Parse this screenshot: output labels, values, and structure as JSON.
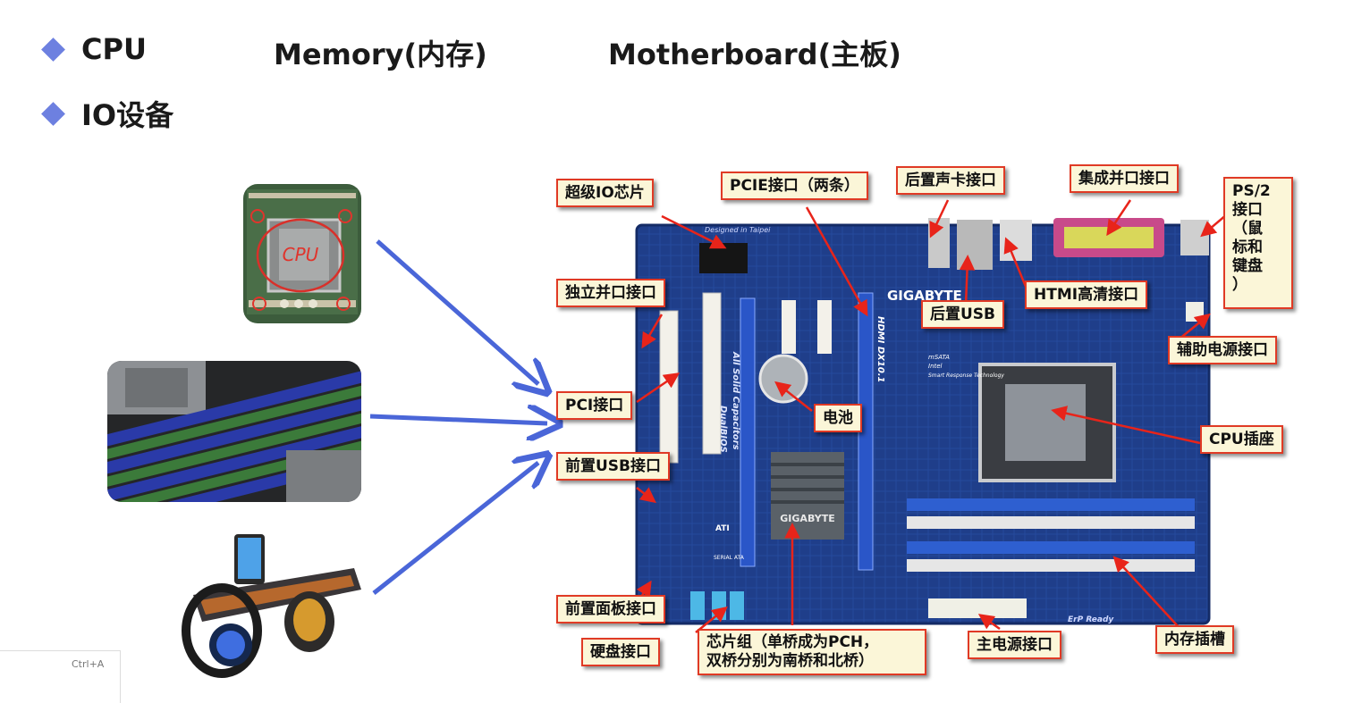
{
  "heading": {
    "row1": [
      "CPU",
      "Memory(内存)",
      "Motherboard(主板)"
    ],
    "row2": "IO设备"
  },
  "thumbs": {
    "cpu_label": "CPU"
  },
  "board": {
    "brand": "GIGABYTE",
    "chip_brand": "GIGABYTE",
    "designed": "Designed in Taipei",
    "solid_caps": "All Solid Capacitors",
    "dual_bios": "DualBIOS",
    "model": "HDMI   DX10.1",
    "erp": "ErP Ready",
    "msata": "mSATA",
    "intel": "Intel",
    "srt": "Smart Response Technology",
    "ati": "ATI",
    "sata": "SERIAL ATA"
  },
  "callouts": {
    "super_io": "超级IO芯片",
    "pcie": "PCIE接口（两条）",
    "rear_audio": "后置声卡接口",
    "parallel": "集成并口接口",
    "ps2": "PS/2接口（鼠标和键盘）",
    "ps2_lines": [
      "PS/2",
      "接口",
      "（鼠",
      "标和",
      "键盘",
      "）"
    ],
    "standalone_parallel": "独立并口接口",
    "hdmi": "HTMI高清接口",
    "rear_usb": "后置USB",
    "aux_power": "辅助电源接口",
    "pci": "PCI接口",
    "battery": "电池",
    "cpu_socket": "CPU插座",
    "front_usb": "前置USB接口",
    "front_panel": "前置面板接口",
    "disk": "硬盘接口",
    "chipset_line1": "芯片组（单桥成为PCH，",
    "chipset_line2": "双桥分别为南桥和北桥）",
    "main_power": "主电源接口",
    "memory_slot": "内存插槽"
  },
  "footer": {
    "shortcut": "Ctrl+A"
  }
}
